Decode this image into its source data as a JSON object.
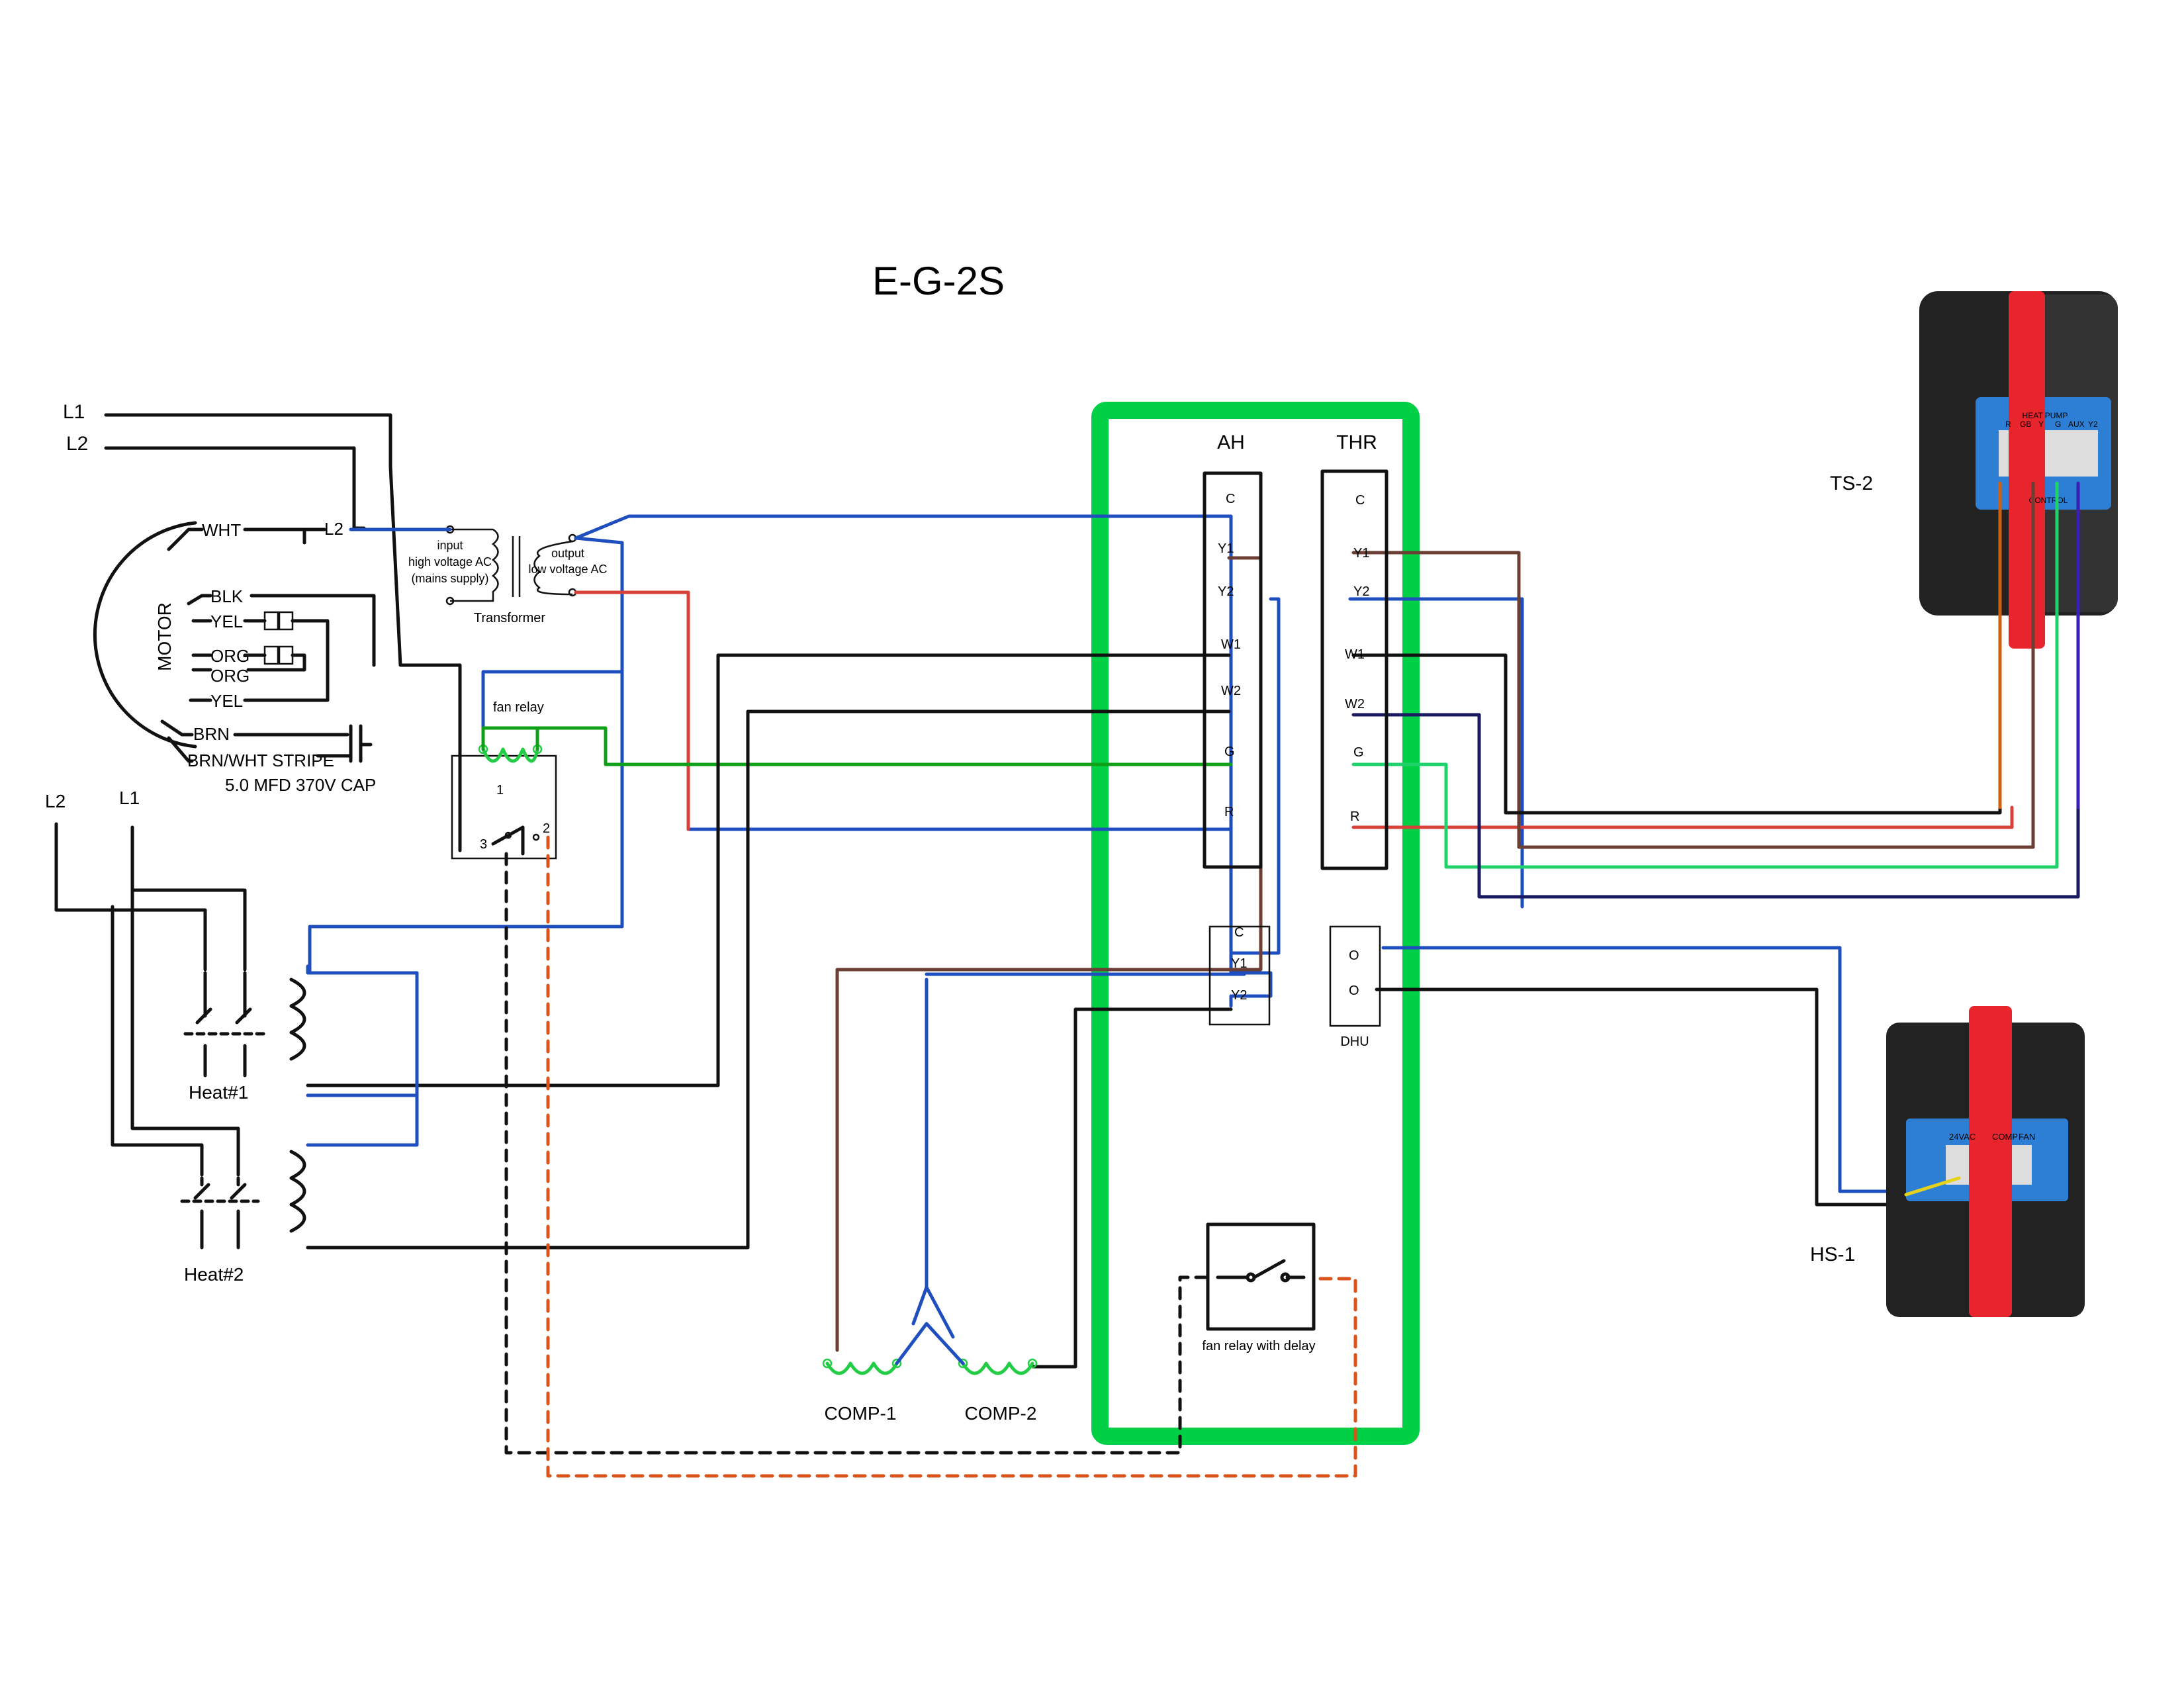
{
  "title": "E-G-2S",
  "colors": {
    "black": "#111111",
    "blue": "#1f4fbf",
    "red": "#d8403a",
    "brown": "#6b3f33",
    "green": "#10a018",
    "light_green": "#1fd36a",
    "cabinet_green": "#00d046",
    "orange_dashed": "#d9531a",
    "navy": "#1a1a60",
    "purple": "#3b1fb5",
    "orange_wire": "#d06010",
    "coil_green": "#22cc44",
    "relay_red": "#e8242c",
    "relay_blue": "#2d7fd6",
    "relay_body": "#222222"
  },
  "supply": {
    "top_l1": "L1",
    "top_l2": "L2",
    "heat_l2": "L2",
    "heat_l1": "L1"
  },
  "motor": {
    "label": "MOTOR",
    "leads": [
      "WHT",
      "BLK",
      "YEL",
      "ORG",
      "ORG",
      "YEL",
      "BRN",
      "BRN/WHT STRIPE"
    ],
    "l2_terminal": "L2",
    "capacitor": "5.0 MFD 370V CAP"
  },
  "transformer": {
    "input_lines": [
      "input",
      "high voltage AC",
      "(mains supply)"
    ],
    "output_lines": [
      "output",
      "low voltage AC"
    ],
    "label": "Transformer"
  },
  "fan_relay": {
    "label": "fan relay",
    "terminals": [
      "1",
      "2",
      "3"
    ]
  },
  "heaters": [
    "Heat#1",
    "Heat#2"
  ],
  "compressors": [
    "COMP-1",
    "COMP-2"
  ],
  "air_handler": {
    "label": "AH",
    "terminals": [
      "C",
      "Y1",
      "Y2",
      "W1",
      "W2",
      "G",
      "R"
    ]
  },
  "thermostat": {
    "label": "THR",
    "terminals": [
      "C",
      "Y1",
      "Y2",
      "W1",
      "W2",
      "G",
      "R"
    ]
  },
  "outdoor_block": {
    "terminals": [
      "C",
      "Y1",
      "Y2"
    ]
  },
  "dehumidifier": {
    "label": "DHU",
    "terminals": [
      "O",
      "O"
    ]
  },
  "delay_relay": {
    "label": "fan relay with delay"
  },
  "devices": {
    "ts2": {
      "label": "TS-2",
      "terminal_labels": [
        "R",
        "GB",
        "Y",
        "G",
        "AUX",
        "Y2"
      ],
      "header": "HEAT PUMP",
      "bottom_text": "CONTROL"
    },
    "hs1": {
      "label": "HS-1",
      "terminal_labels": [
        "24VAC",
        "COMP",
        "FAN"
      ]
    }
  }
}
